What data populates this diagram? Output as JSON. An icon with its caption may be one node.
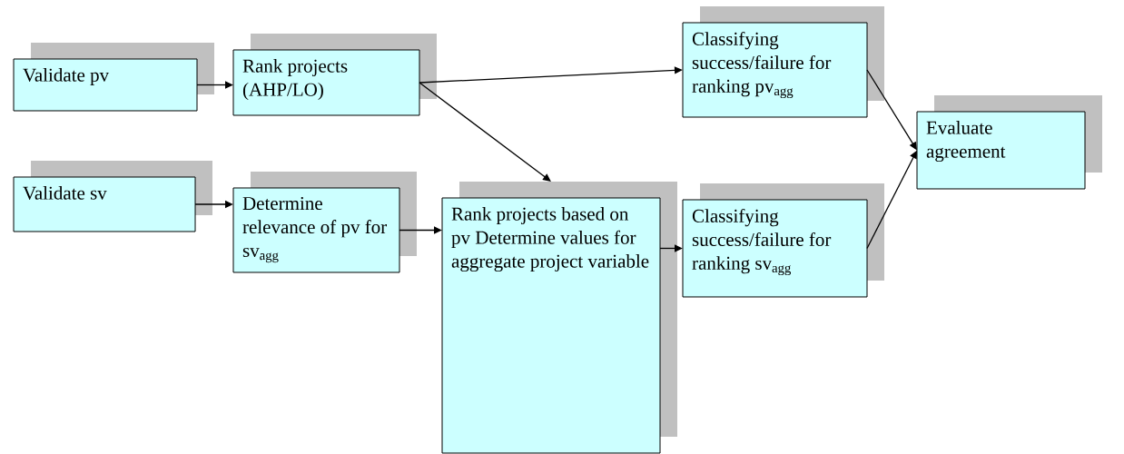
{
  "diagram": {
    "nodes": [
      {
        "text": [
          "Validate pv"
        ]
      },
      {
        "text": [
          "Rank projects (AHP/LO)"
        ]
      },
      {
        "text": [
          "Classifying success/failure for ranking pv$_{agg}$"
        ]
      },
      {
        "text": [
          "Evaluate agreement"
        ]
      },
      {
        "text": [
          "Validate sv"
        ]
      },
      {
        "text": [
          "Determine relevance of pv for sv$_{agg}$"
        ]
      },
      {
        "text": [
          "Rank projects based on pv Determine values for aggregate project variable"
        ]
      },
      {
        "text": [
          "Classifying success/failure for ranking sv$_{agg}$"
        ]
      }
    ],
    "edges": [
      {
        "from": 0,
        "to": 1,
        "arrow": "to"
      },
      {
        "from": 1,
        "to": 2,
        "arrow": "to"
      },
      {
        "from": 1,
        "to": 6,
        "arrow": "to"
      },
      {
        "from": 4,
        "to": 5,
        "arrow": "to"
      },
      {
        "from": 5,
        "to": 6,
        "arrow": "to"
      },
      {
        "from": 6,
        "to": 7,
        "arrow": "to"
      },
      {
        "from": 2,
        "to": 3,
        "arrow": "to"
      },
      {
        "from": 7,
        "to": 3,
        "arrow": "to"
      }
    ]
  }
}
